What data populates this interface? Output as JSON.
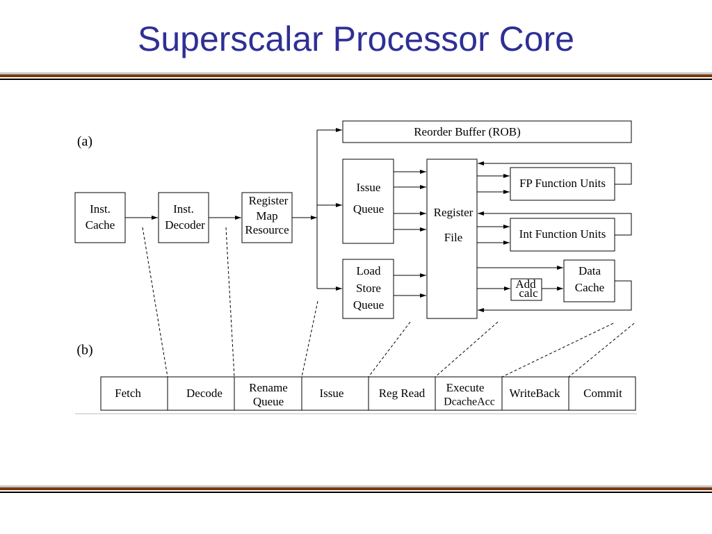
{
  "slide": {
    "title": "Superscalar Processor Core"
  },
  "diagram_a": {
    "label": "(a)",
    "inst_cache": [
      "Inst.",
      "Cache"
    ],
    "inst_decoder": [
      "Inst.",
      "Decoder"
    ],
    "register_map": [
      "Register",
      "Map",
      "Resource"
    ],
    "rob": "Reorder Buffer (ROB)",
    "issue_queue": [
      "Issue",
      "Queue"
    ],
    "load_store_queue": [
      "Load",
      "Store",
      "Queue"
    ],
    "register_file": [
      "Register",
      "File"
    ],
    "fp_units": "FP Function Units",
    "int_units": "Int Function Units",
    "add_calc": [
      "Add",
      "calc"
    ],
    "data_cache": [
      "Data",
      "Cache"
    ]
  },
  "diagram_b": {
    "label": "(b)",
    "stages": [
      {
        "lines": [
          "Fetch"
        ]
      },
      {
        "lines": [
          "Decode"
        ]
      },
      {
        "lines": [
          "Rename",
          "Queue"
        ]
      },
      {
        "lines": [
          "Issue"
        ]
      },
      {
        "lines": [
          "Reg Read"
        ]
      },
      {
        "lines": [
          "Execute",
          "DcacheAcc"
        ]
      },
      {
        "lines": [
          "WriteBack"
        ]
      },
      {
        "lines": [
          "Commit"
        ]
      }
    ]
  }
}
